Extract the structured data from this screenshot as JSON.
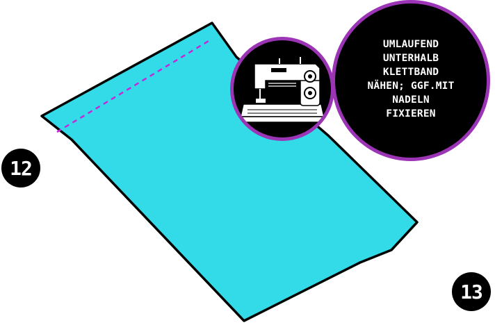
{
  "steps": {
    "current": "12",
    "next": "13"
  },
  "instruction": {
    "text": "UMLAUFEND\nUNTERHALB\nKLETTBAND\nNÄHEN; GGF.MIT\nNADELN\nFIXIEREN"
  },
  "colors": {
    "fabric": "#33dbe8",
    "stitch_line": "#c12ad6",
    "bubble_border": "#9b34b5",
    "badge": "#000000"
  },
  "icons": {
    "machine": "sewing-machine-icon"
  }
}
